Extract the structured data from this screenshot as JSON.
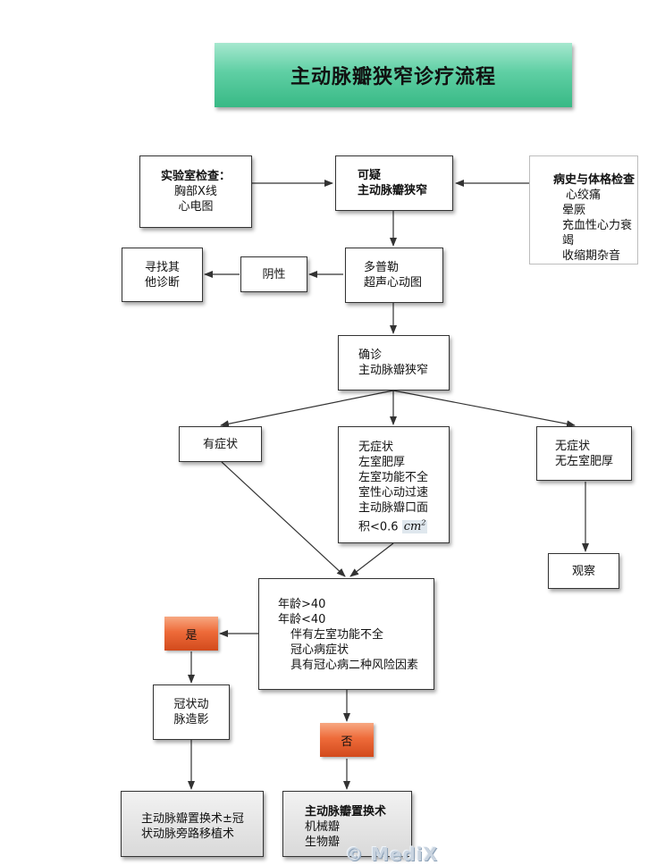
{
  "title": "主动脉瓣狭窄诊疗流程",
  "lab": {
    "heading": "实验室检查：",
    "lines": [
      "胸部X线",
      "心电图"
    ]
  },
  "suspect": {
    "line1": "可疑",
    "line2": "主动脉瓣狭窄"
  },
  "history": {
    "heading": "病史与体格检查",
    "lines": [
      "心绞痛",
      "晕厥",
      "充血性心力衰竭",
      "收缩期杂音"
    ]
  },
  "echo": {
    "line1": "多普勒",
    "line2": "超声心动图"
  },
  "negative": "阴性",
  "other": {
    "line1": "寻找其",
    "line2": "他诊断"
  },
  "confirm": {
    "line1": "确诊",
    "line2": "主动脉瓣狭窄"
  },
  "symptomatic": "有症状",
  "asymptomatic_mid": {
    "lines": [
      "无症状",
      "左室肥厚",
      "左室功能不全",
      "室性心动过速",
      "主动脉瓣口面"
    ],
    "last_prefix": "积<0.6",
    "unit": "cm",
    "unit_sup": "2"
  },
  "asymptomatic_right": {
    "line1": "无症状",
    "line2": "无左室肥厚"
  },
  "observe": "观察",
  "criteria": {
    "line1": "年龄>40",
    "line2": "年龄<40",
    "sub": [
      "伴有左室功能不全",
      "冠心病症状",
      "具有冠心病二种风险因素"
    ]
  },
  "yes": "是",
  "no": "否",
  "angio": {
    "line1": "冠状动",
    "line2": "脉造影"
  },
  "avr_cabg": {
    "line1": "主动脉瓣置换术±冠",
    "line2": "状动脉旁路移植术"
  },
  "avr": {
    "heading": "主动脉瓣置换术",
    "lines": [
      "机械瓣",
      "生物瓣"
    ]
  },
  "watermark": "© MediX"
}
